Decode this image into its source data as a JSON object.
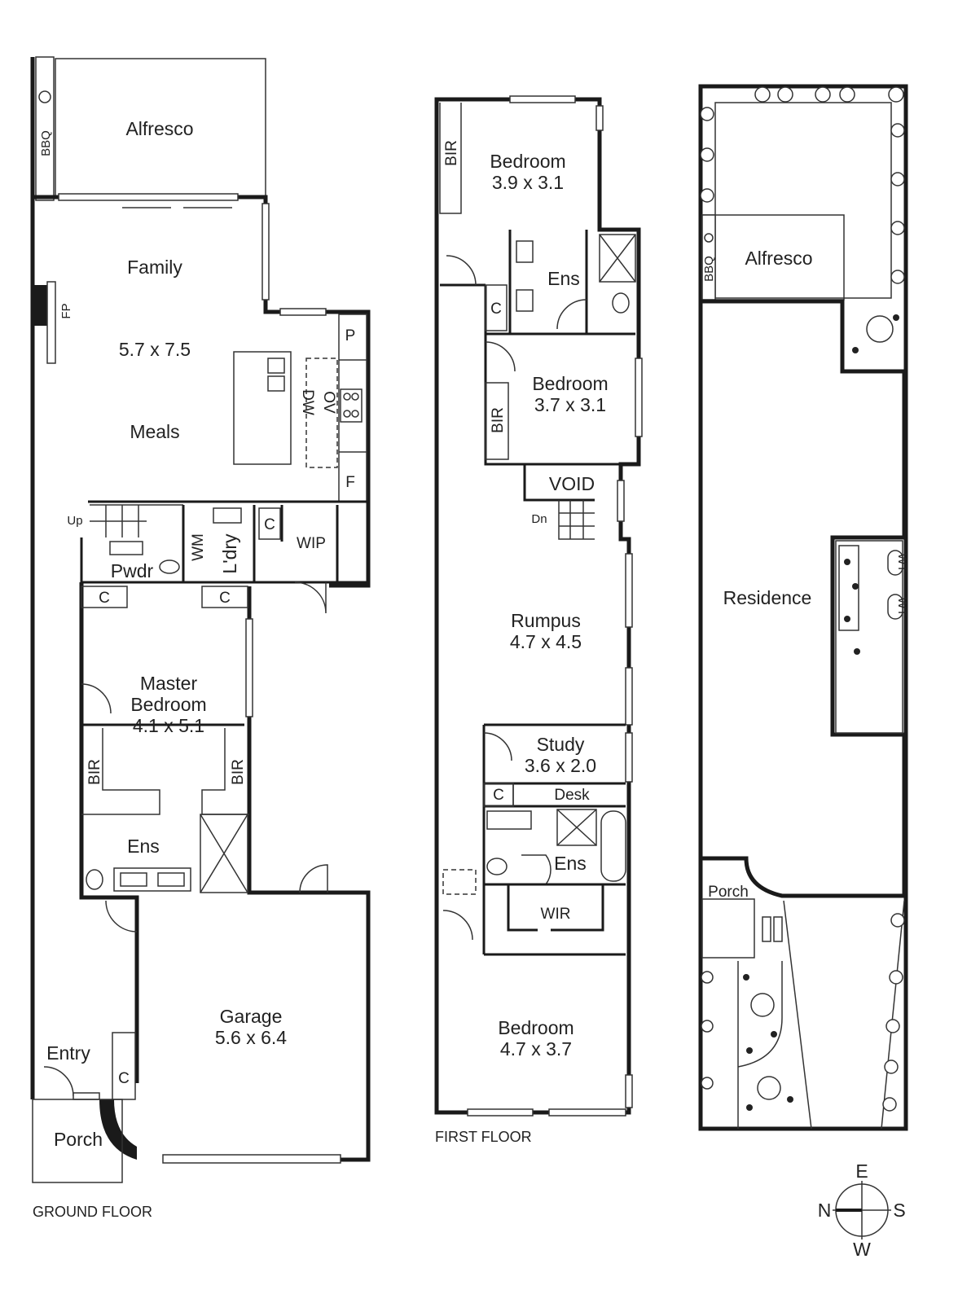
{
  "ground_floor": {
    "caption": "GROUND FLOOR",
    "rooms": {
      "alfresco": "Alfresco",
      "bbq": "BBQ",
      "family": "Family",
      "family_dims": "5.7 x 7.5",
      "meals": "Meals",
      "fp": "FP",
      "pantry": "P",
      "fridge": "F",
      "dw": "DW",
      "ov": "OV",
      "up": "Up",
      "powder": "Pwdr",
      "wm": "WM",
      "laundry": "L'dry",
      "cupboard": "C",
      "wip": "WIP",
      "master_line1": "Master",
      "master_line2": "Bedroom",
      "master_dims": "4.1 x 5.1",
      "bir": "BIR",
      "ensuite": "Ens",
      "garage": "Garage",
      "garage_dims": "5.6 x 6.4",
      "entry": "Entry",
      "porch": "Porch"
    }
  },
  "first_floor": {
    "caption": "FIRST FLOOR",
    "rooms": {
      "bed1": "Bedroom",
      "bed1_dims": "3.9 x 3.1",
      "bir": "BIR",
      "ensuite": "Ens",
      "cupboard": "C",
      "bed2": "Bedroom",
      "bed2_dims": "3.7 x 3.1",
      "void": "VOID",
      "dn": "Dn",
      "rumpus": "Rumpus",
      "rumpus_dims": "4.7 x 4.5",
      "study": "Study",
      "study_dims": "3.6 x 2.0",
      "desk": "Desk",
      "wir": "WIR",
      "bed3": "Bedroom",
      "bed3_dims": "4.7 x 3.7"
    }
  },
  "site_plan": {
    "alfresco": "Alfresco",
    "bbq": "BBQ",
    "residence": "Residence",
    "porch": "Porch",
    "wt": "WT"
  },
  "compass": {
    "n": "N",
    "e": "E",
    "s": "S",
    "w": "W"
  }
}
